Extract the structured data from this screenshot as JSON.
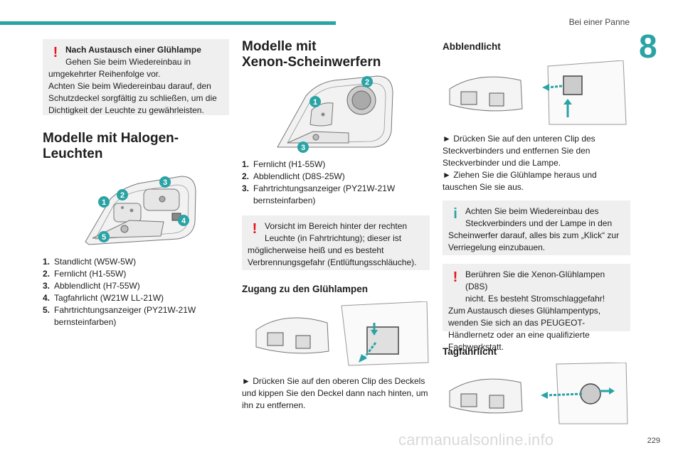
{
  "header": {
    "title": "Bei einer Panne",
    "chapter": "8",
    "page_number": "229",
    "watermark": "carmanualsonline.info"
  },
  "col1": {
    "warning_box": {
      "heading": "Nach Austausch einer Glühlampe",
      "line1": "Gehen Sie beim Wiedereinbau in",
      "line2": "umgekehrter Reihenfolge vor.",
      "line3": "Achten Sie beim Wiedereinbau darauf, den Schutzdeckel sorgfältig zu schließen, um die Dichtigkeit der Leuchte zu gewährleisten."
    },
    "section_title": "Modelle mit Halogen-Leuchten",
    "diagram_labels": [
      "1",
      "2",
      "3",
      "4",
      "5"
    ],
    "legend": [
      {
        "num": "1.",
        "text": "Standlicht (W5W-5W)"
      },
      {
        "num": "2.",
        "text": "Fernlicht (H1-55W)"
      },
      {
        "num": "3.",
        "text": "Abblendlicht (H7-55W)"
      },
      {
        "num": "4.",
        "text": "Tagfahrlicht (W21W LL-21W)"
      },
      {
        "num": "5.",
        "text": "Fahrtrichtungsanzeiger (PY21W-21W bernsteinfarben)"
      }
    ]
  },
  "col2": {
    "section_title_line1": "Modelle mit",
    "section_title_line2": "Xenon-Scheinwerfern",
    "diagram_labels": [
      "1",
      "2",
      "3"
    ],
    "legend": [
      {
        "num": "1.",
        "text": "Fernlicht (H1-55W)"
      },
      {
        "num": "2.",
        "text": "Abblendlicht (D8S-25W)"
      },
      {
        "num": "3.",
        "text": "Fahrtrichtungsanzeiger (PY21W-21W bernsteinfarben)"
      }
    ],
    "warning_box": {
      "line1": "Vorsicht im Bereich hinter der rechten",
      "line2": "Leuchte (in Fahrtrichtung); dieser ist",
      "rest": "möglicherweise heiß und es besteht Verbrennungsgefahr (Entlüftungsschläuche)."
    },
    "subsection_title": "Zugang zu den Glühlampen",
    "instruction": "► Drücken Sie auf den oberen Clip des Deckels und kippen Sie den Deckel dann nach hinten, um ihn zu entfernen."
  },
  "col3": {
    "subsection_title": "Abblendlicht",
    "instruction1": "► Drücken Sie auf den unteren Clip des Steckverbinders und entfernen Sie den Steckverbinder und die Lampe.",
    "instruction2": "► Ziehen Sie die Glühlampe heraus und tauschen Sie sie aus.",
    "info_box": {
      "line1": "Achten Sie beim Wiedereinbau des",
      "line2": "Steckverbinders und der Lampe in den",
      "rest": "Scheinwerfer darauf, alles bis zum „Klick“ zur Verriegelung einzubauen."
    },
    "warning_box": {
      "line1": "Berühren Sie die Xenon-Glühlampen (D8S)",
      "line2": "nicht. Es besteht Stromschlaggefahr!",
      "rest": "Zum Austausch dieses Glühlampentyps, wenden Sie sich an das PEUGEOT-Händlernetz oder an eine qualifizierte Fachwerkstatt."
    },
    "subsection_title2": "Tagfahrlicht"
  },
  "colors": {
    "accent": "#2aa3a5",
    "warning": "#e4161e",
    "box_bg": "#efeff0"
  },
  "icons": {
    "warning": "exclamation-icon",
    "info": "info-icon"
  },
  "glyphs": {
    "warning": "!",
    "info": "i"
  }
}
